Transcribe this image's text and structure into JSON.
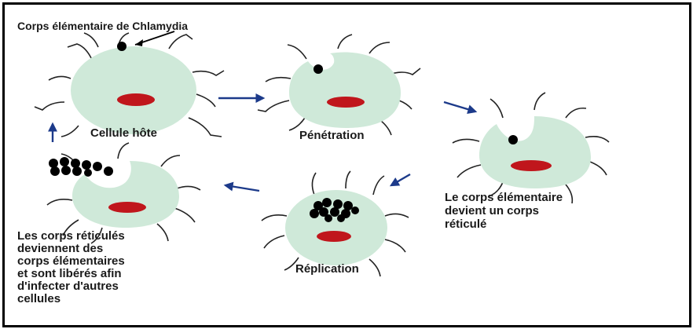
{
  "title": "Corps élémentaire de Chlamydia",
  "stages": {
    "host_cell": "Cellule hôte",
    "penetration": "Pénétration",
    "reticulate": "Le corps élémentaire\ndevient un corps\nréticulé",
    "replication": "Réplication",
    "release": "Les corps réticulés\ndeviennent des\ncorps élémentaires\net sont libérés afin\nd'infecter d'autres\ncellules"
  },
  "colors": {
    "cell_fill": "#cfe9d9",
    "nucleus": "#c0161c",
    "arrow": "#1c3a8a",
    "particle": "#000000",
    "frame": "#000000"
  }
}
